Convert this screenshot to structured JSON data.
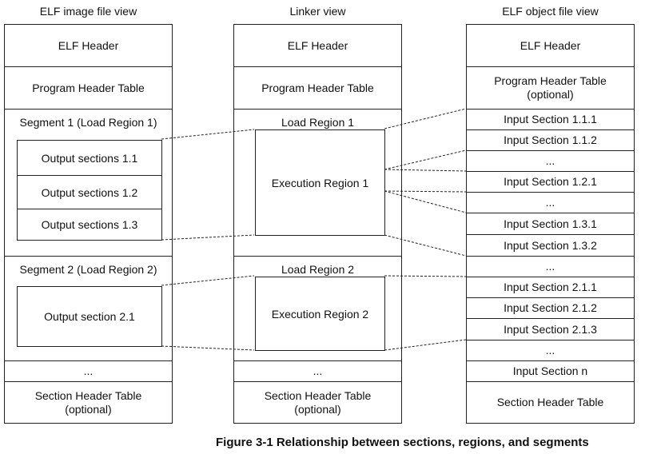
{
  "columns": {
    "elf_image": {
      "title": "ELF image file view",
      "elf_header": "ELF Header",
      "program_header_table": "Program Header Table",
      "segment1": "Segment 1 (Load Region 1)",
      "output_sections_1": [
        "Output sections 1.1",
        "Output sections 1.2",
        "Output sections 1.3"
      ],
      "segment2": "Segment 2 (Load Region 2)",
      "output_section_2": "Output section 2.1",
      "ellipsis": "...",
      "section_header_table": [
        "Section Header Table",
        "(optional)"
      ]
    },
    "linker": {
      "title": "Linker view",
      "elf_header": "ELF Header",
      "program_header_table": "Program Header Table",
      "load_region1": "Load Region 1",
      "execution_region1": "Execution Region 1",
      "load_region2": "Load Region 2",
      "execution_region2": "Execution Region 2",
      "ellipsis": "...",
      "section_header_table": [
        "Section Header Table",
        "(optional)"
      ]
    },
    "elf_object": {
      "title": "ELF object file view",
      "elf_header": "ELF Header",
      "program_header_table": [
        "Program Header Table",
        "(optional)"
      ],
      "sections": [
        "Input Section 1.1.1",
        "Input Section 1.1.2",
        "...",
        "Input Section 1.2.1",
        "...",
        "Input Section 1.3.1",
        "Input Section 1.3.2",
        "...",
        "Input Section 2.1.1",
        "Input Section 2.1.2",
        "Input Section 2.1.3",
        "...",
        "Input Section n"
      ],
      "section_header_table": "Section Header Table"
    }
  },
  "caption": "Figure 3-1  Relationship between sections, regions, and segments"
}
